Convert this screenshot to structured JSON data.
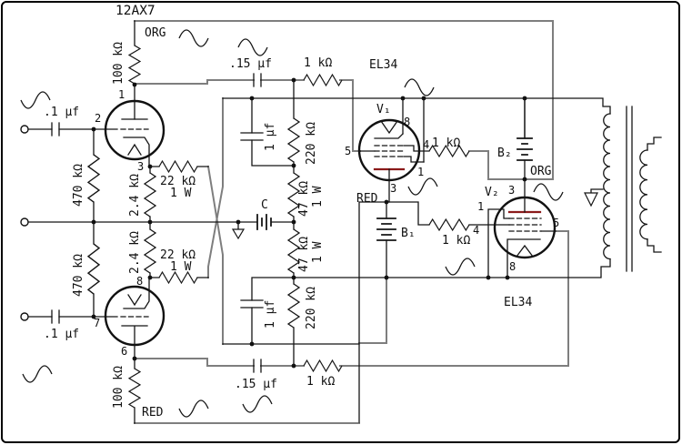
{
  "labels": {
    "title": "12AX7",
    "org": "ORG",
    "red": "RED",
    "v1": "V₁",
    "v2": "V₂",
    "b1": "B₁",
    "b2": "B₂",
    "c_bat": "C",
    "el34": "EL34",
    "r100k": "100 kΩ",
    "r470k": "470 kΩ",
    "r2k4": "2.4 kΩ",
    "r22k": "22 kΩ",
    "r220k": "220 kΩ",
    "r47k": "47 kΩ",
    "r1k": "1 kΩ",
    "w1": "1 W",
    "c01": ".1 μf",
    "c015": ".15 μf",
    "c1uf": "1 μf"
  },
  "pins": {
    "p1": "1",
    "p2": "2",
    "p3": "3",
    "p4": "4",
    "p5": "5",
    "p6": "6",
    "p7": "7",
    "p8": "8"
  },
  "colors": {
    "wire": "#151515",
    "bus_gray": "#7e7e7e",
    "plate_red": "#8b1a1a",
    "background": "#ffffff"
  }
}
